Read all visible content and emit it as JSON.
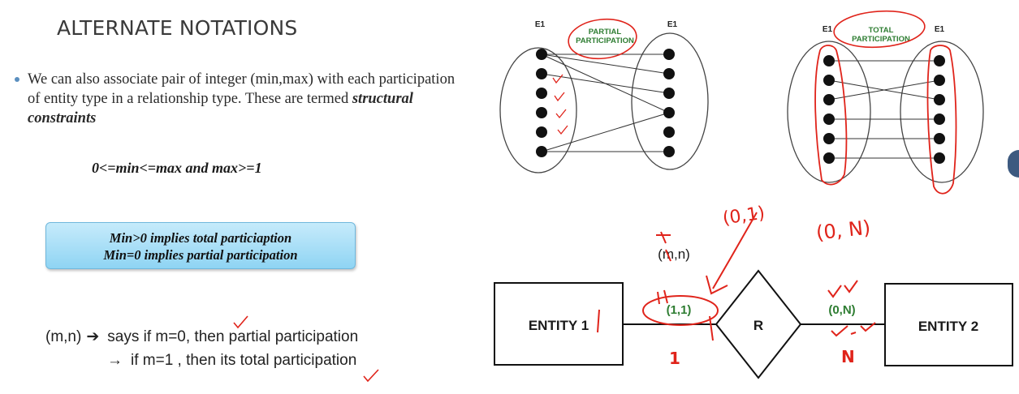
{
  "slide": {
    "title": "ALTERNATE NOTATIONS",
    "bullet_text_1": "We can also associate pair of integer (min,max) with each participation of entity type in a relationship type. These are termed ",
    "bullet_emphasis": "structural constraints",
    "formula": "0<=min<=max and max>=1",
    "box_line_1": "Min>0 implies total particiaption",
    "box_line_2": "Min=0 implies partial participation",
    "mn_label": "(m,n)",
    "line_1": "says if m=0, then partial participation",
    "line_2": "if m=1 , then its total participation"
  },
  "partial_diagram": {
    "left_label": "E1",
    "right_label": "E1",
    "caption_1": "PARTIAL",
    "caption_2": "PARTICIPATION"
  },
  "total_diagram": {
    "left_label": "E1",
    "right_label": "E1",
    "caption_1": "TOTAL",
    "caption_2": "PARTICIPATION"
  },
  "er_diagram": {
    "entity_1": "ENTITY 1",
    "relationship": "R",
    "entity_2": "ENTITY 2",
    "left_cardinality": "(1,1)",
    "right_cardinality": "(0,N)",
    "mn_label": "(m,n)"
  },
  "annotations": {
    "left_above": "(0,1)",
    "right_above": "(0, N)",
    "left_below": "1",
    "right_below": "N"
  },
  "colors": {
    "accent_red": "#e0241b",
    "caption_green": "#2e7d32",
    "box_blue": "#8fd4f3"
  }
}
